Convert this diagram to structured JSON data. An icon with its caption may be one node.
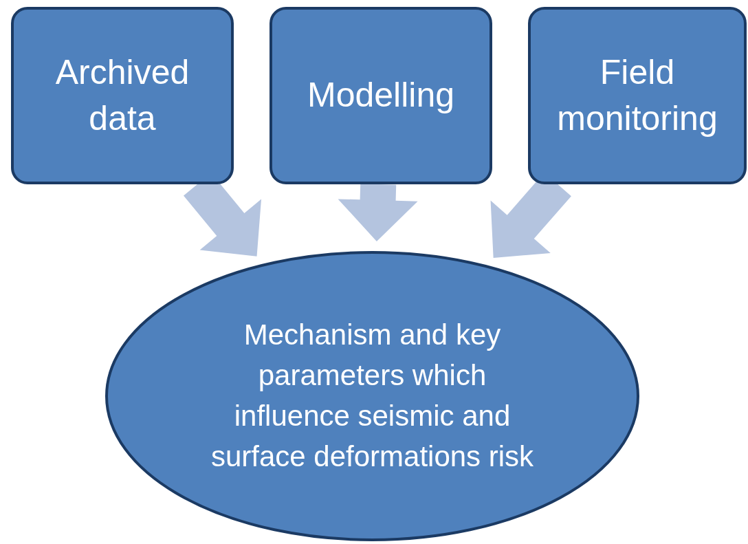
{
  "diagram": {
    "nodes": [
      {
        "text": [
          "Archived data"
        ]
      },
      {
        "text": [
          "Modelling"
        ]
      },
      {
        "text": [
          "Field monitoring"
        ]
      },
      {
        "text": [
          "Mechanism and key parameters which influence seismic and surface deformations risk"
        ]
      }
    ],
    "edges": [
      {
        "from": 0,
        "to": 3,
        "arrow": "to"
      },
      {
        "from": 1,
        "to": 3,
        "arrow": "to"
      },
      {
        "from": 2,
        "to": 3,
        "arrow": "to"
      }
    ]
  }
}
